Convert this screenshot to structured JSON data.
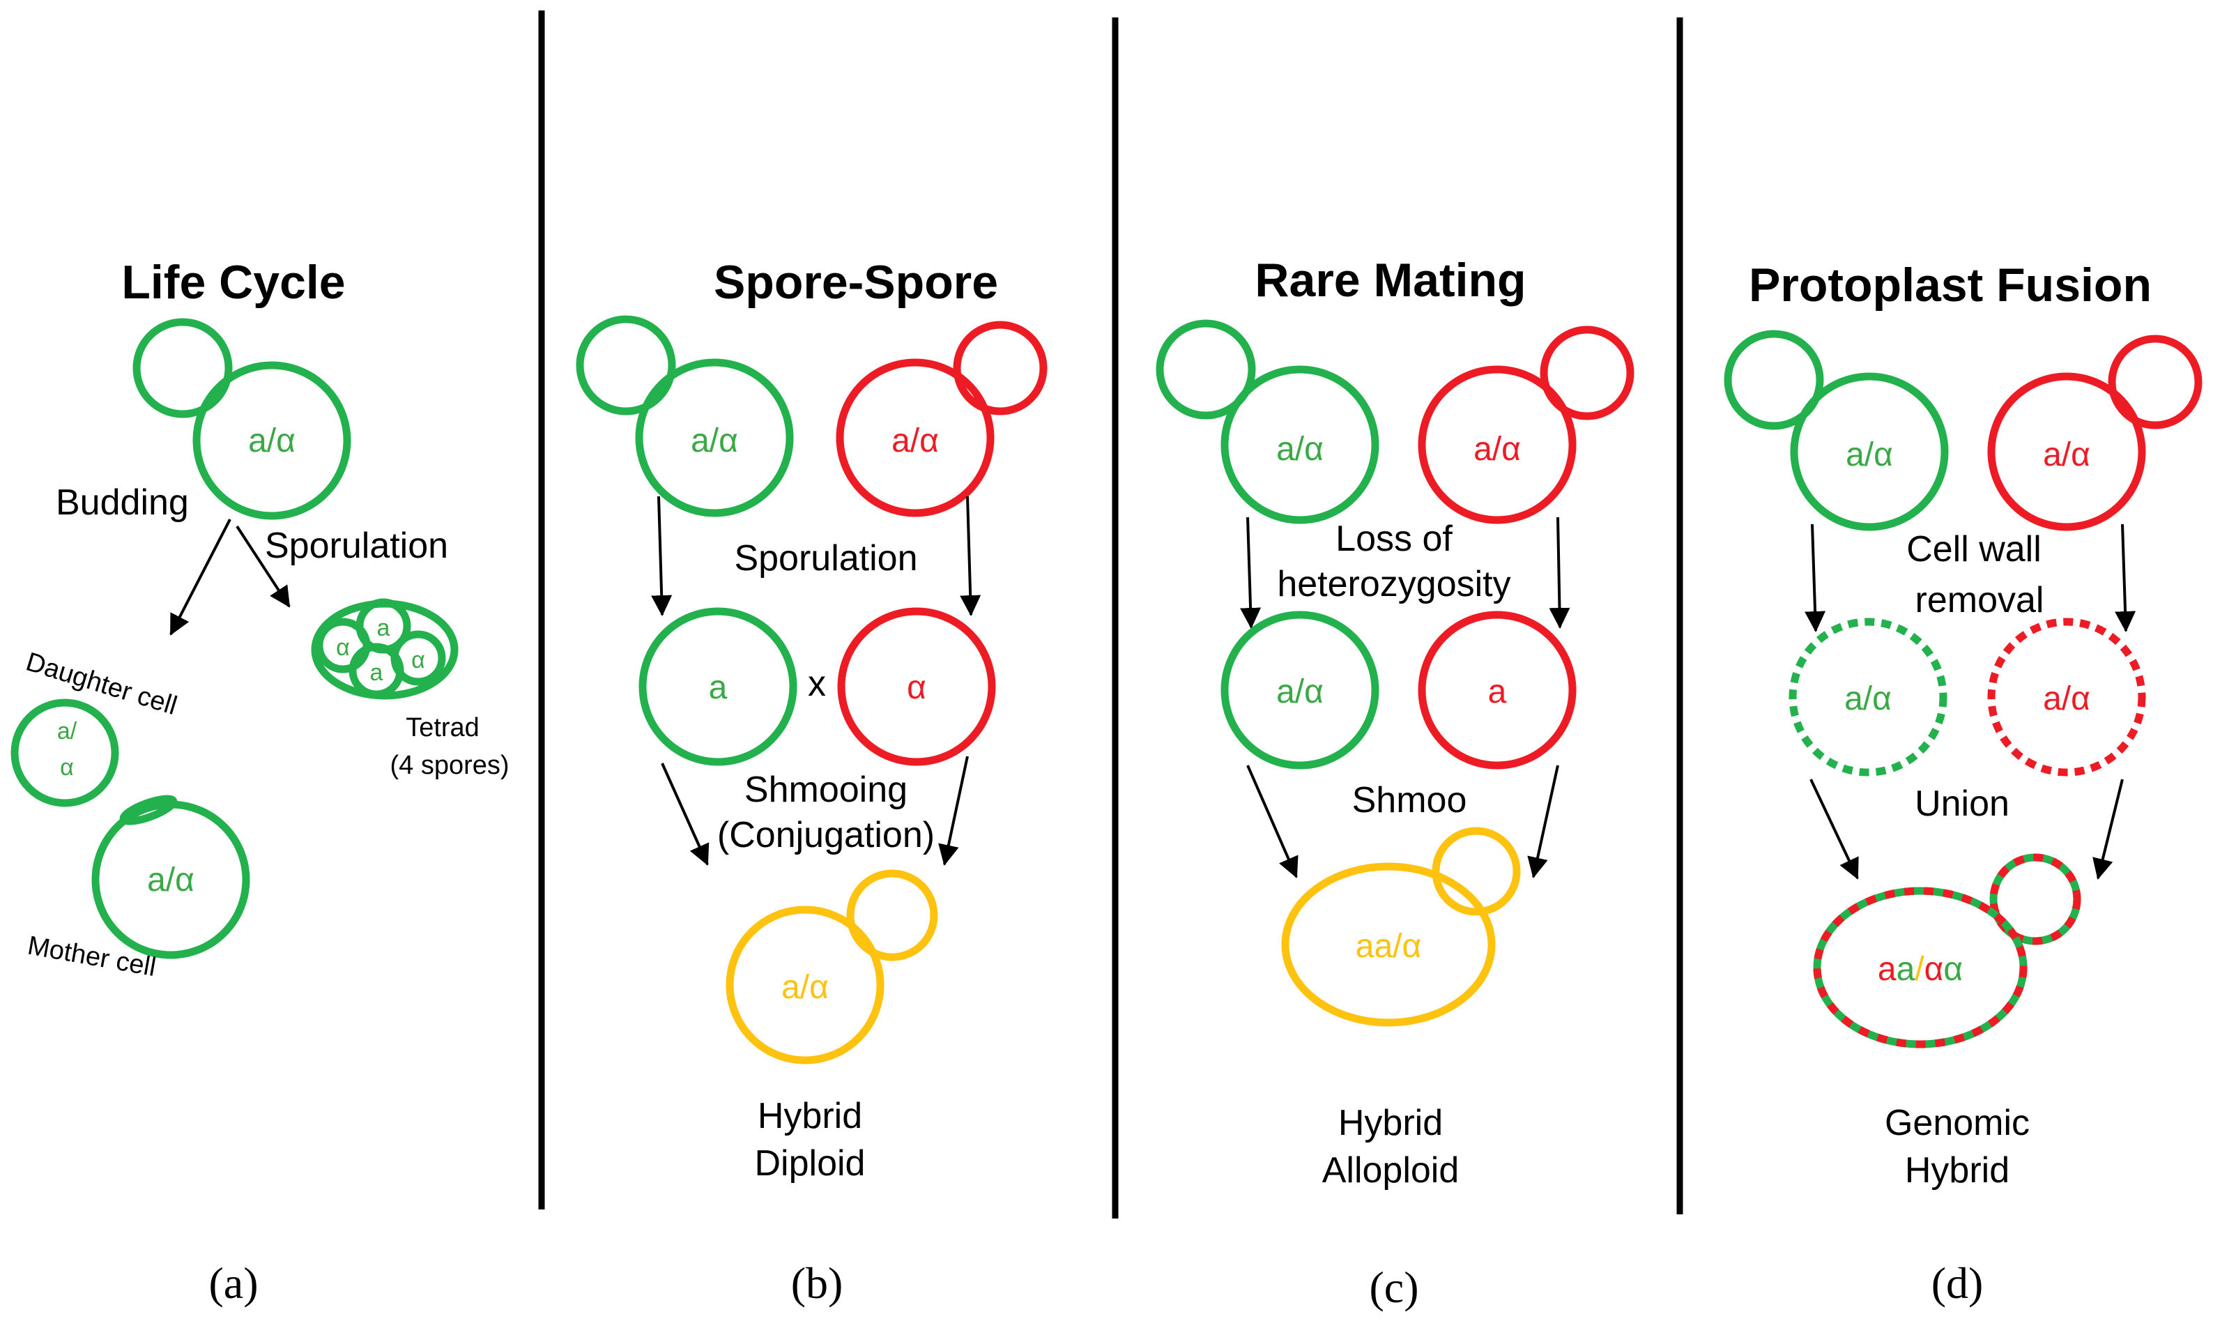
{
  "colors": {
    "strain1": "#22b14c",
    "strain2": "#ed1c24",
    "hybrid": "#ffc20e",
    "divider": "#000000"
  },
  "panel_a": {
    "title": "Life Cycle",
    "parent_genotype": "a/α",
    "budding": "Budding",
    "sporulation": "Sporulation",
    "tetrad_spore_label": "α",
    "tetrad_spore_label_alt": "a",
    "daughter_label": "Daughter cell",
    "daughter_genotype_line1": "a/",
    "daughter_genotype_line2": "α",
    "mother_genotype": "a/α",
    "mother_label": "Mother cell",
    "tetrad_label_line1": "Tetrad",
    "tetrad_label_line2": "(4 spores)",
    "caption": "(a)"
  },
  "panel_b": {
    "title": "Spore-Spore",
    "left_genotype": "a/α",
    "right_genotype": "a/α",
    "step1": "Sporulation",
    "left_spore": "a",
    "cross": "x",
    "right_spore": "α",
    "step2_line1": "Shmooing",
    "step2_line2": "(Conjugation)",
    "hybrid_genotype": "a/α",
    "result_line1": "Hybrid",
    "result_line2": "Diploid",
    "caption": "(b)"
  },
  "panel_c": {
    "title": "Rare Mating",
    "left_genotype": "a/α",
    "right_genotype": "a/α",
    "step1_line1": "Loss of",
    "step1_line2": "heterozygosity",
    "left_after": "a/α",
    "right_after": "a",
    "step2": "Shmoo",
    "hybrid_genotype": "aa/α",
    "result_line1": "Hybrid",
    "result_line2": "Alloploid",
    "caption": "(c)"
  },
  "panel_d": {
    "title": "Protoplast Fusion",
    "left_genotype": "a/α",
    "right_genotype": "a/α",
    "step1_line1": "Cell wall",
    "step1_line2": "removal",
    "left_protoplast": "a/α",
    "right_protoplast": "a/α",
    "step2": "Union",
    "hybrid_parts": [
      "a",
      "a",
      "/",
      "α",
      "α"
    ],
    "result_line1": "Genomic",
    "result_line2": "Hybrid",
    "caption": "(d)"
  }
}
